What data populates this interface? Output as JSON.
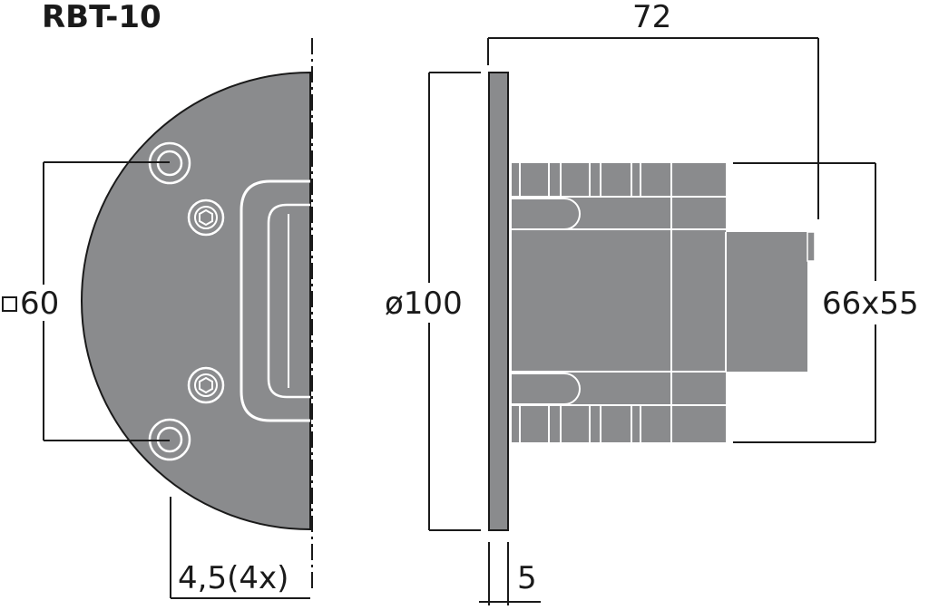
{
  "title": "RBT-10",
  "dimensions": {
    "depth": "72",
    "mounting_square": "60",
    "diameter": "ø100",
    "magnet_size": "66x55",
    "hole_size": "4,5(4x)",
    "flange_thickness": "5"
  },
  "colors": {
    "fill": "#8a8b8d",
    "line": "#1a1a1a",
    "highlight": "#ffffff",
    "background": "#ffffff"
  }
}
